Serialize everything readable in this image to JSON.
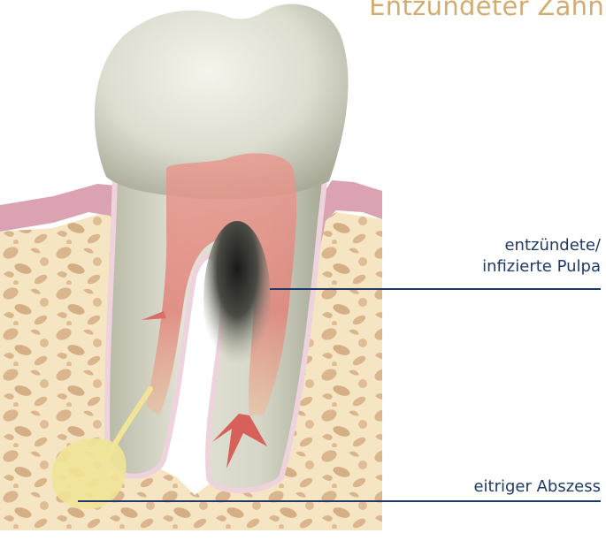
{
  "title": "Entzündeter Zahn",
  "labels": {
    "pulpa_line1": "entzündete/",
    "pulpa_line2": "infizierte Pulpa",
    "abszess": "eitriger Abszess"
  },
  "colors": {
    "title": "#d3ac72",
    "label_text": "#1f3a68",
    "leader_line": "#1f3a68",
    "bone": "#f6e5c2",
    "bone_pores": "#d9b68e",
    "gum": "#dba3b2",
    "tooth_enamel": "#e4e4d9",
    "pulp_inflamed": "#e5857c",
    "abscess": "#f1e497"
  },
  "icons": [
    "tooth-illustration"
  ]
}
